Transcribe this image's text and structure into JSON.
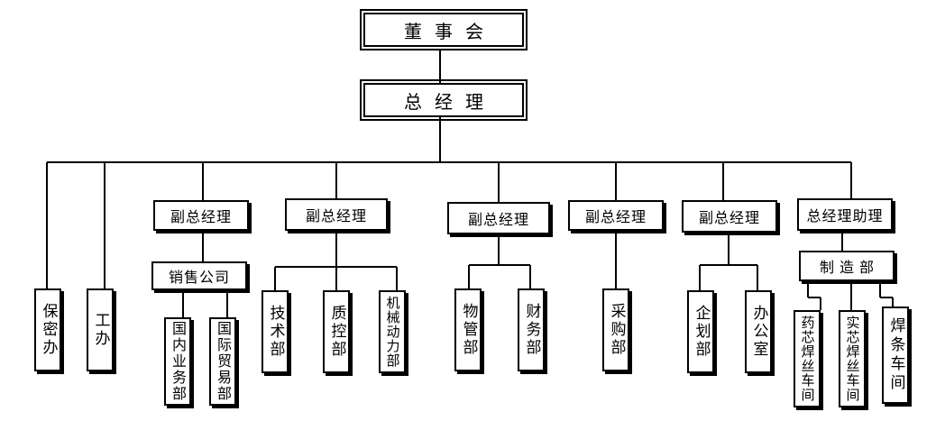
{
  "chart": {
    "board": "董事会",
    "gm": "总经理",
    "units": {
      "baomi": "保密办",
      "gongban": "工办",
      "vp1": "副总经理",
      "vp2": "副总经理",
      "vp3": "副总经理",
      "vp4": "副总经理",
      "vp5": "副总经理",
      "gm_assistant": "总经理助理",
      "sales_company": "销售公司",
      "domestic_dept": "国内业务部",
      "trade_dept": "国际贸易部",
      "tech_dept": "技术部",
      "qc_dept": "质控部",
      "mech_dept": "机械动力部",
      "materials_dept": "物管部",
      "finance_dept": "财务部",
      "purchase_dept": "采购部",
      "planning_dept": "企划部",
      "office": "办公室",
      "manufacturing_dept": "制造部",
      "workshop_core": "药芯焊丝车间",
      "workshop_solid": "实芯焊丝车间",
      "workshop_rod": "焊条车间"
    }
  }
}
